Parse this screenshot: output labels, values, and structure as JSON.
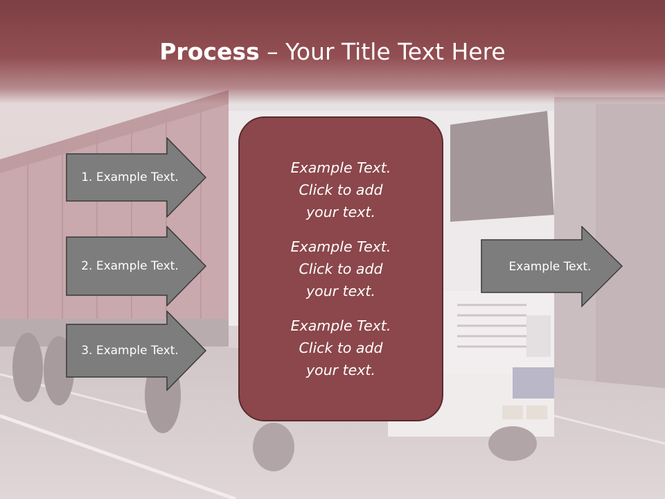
{
  "title": {
    "bold": "Process",
    "rest": " – Your Title Text Here"
  },
  "left_arrows": [
    {
      "label": "1. Example Text."
    },
    {
      "label": "2. Example Text."
    },
    {
      "label": "3. Example Text."
    }
  ],
  "center_box": {
    "paragraphs": [
      "Example Text.\nClick  to add\nyour text.",
      "Example Text.\nClick  to add\nyour text.",
      "Example Text.\nClick  to add\nyour text."
    ]
  },
  "right_arrow": {
    "label": "Example Text."
  },
  "colors": {
    "title_band": "#8e4a4e",
    "center_box_fill": "#8b474b",
    "center_box_border": "#5a2a2d",
    "arrow_fill": "#7d7d7d",
    "arrow_stroke": "#3a3a3a",
    "text": "#ffffff"
  },
  "background_image": "truck-photo"
}
